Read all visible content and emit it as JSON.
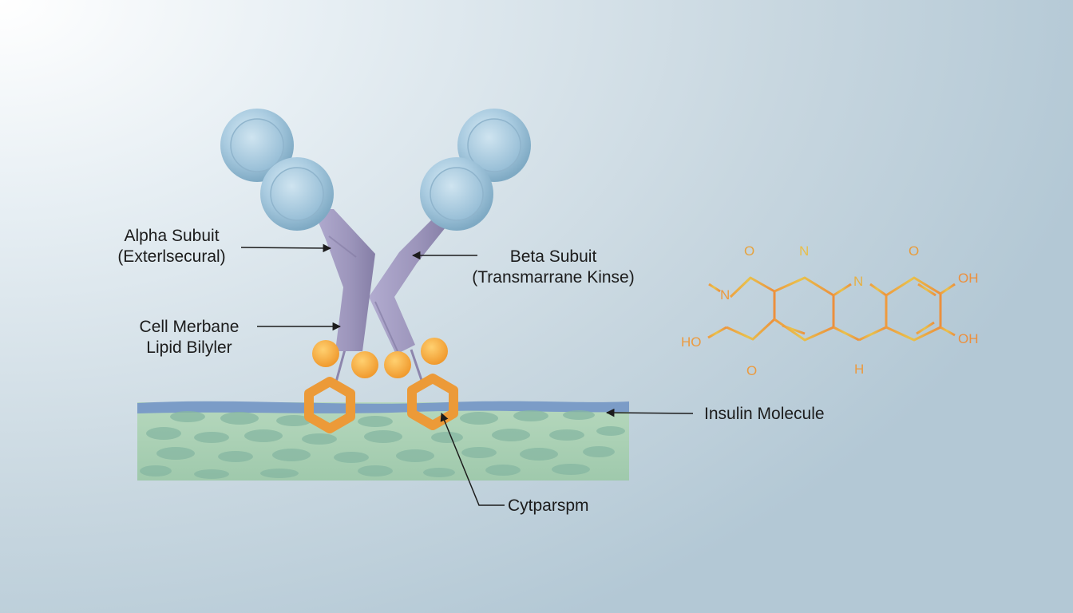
{
  "labels": {
    "alpha_line1": "Alpha Subuit",
    "alpha_line2": "(Exterlsecural)",
    "beta_line1": "Beta Subuit",
    "beta_line2": "(Transmarrane Kinse)",
    "membrane_line1": "Cell Merbane",
    "membrane_line2": "Lipid Bilyler",
    "insulin": "Insulin Molecule",
    "cytoplasm": "Cytparspm"
  },
  "molecule_atoms": {
    "o_top_left": "O",
    "n_top_mid": "N",
    "n_mid": "N",
    "o_top_right": "O",
    "oh_right_top": "OH",
    "n_left": "N",
    "ho_left": "HO",
    "o_bottom_left": "O",
    "h_bottom": "H",
    "oh_right_bottom": "OH"
  },
  "colors": {
    "receptor_purple": "#9e97bd",
    "sphere_blue": "#a9cbe0",
    "ligand_orange": "#f5a740",
    "hexagon_orange": "#ec9a38",
    "membrane_green": "#a6cdb0",
    "membrane_border": "#7b9cc7",
    "molecule_yellow": "#eac24f",
    "molecule_orange": "#ec9a3a"
  }
}
